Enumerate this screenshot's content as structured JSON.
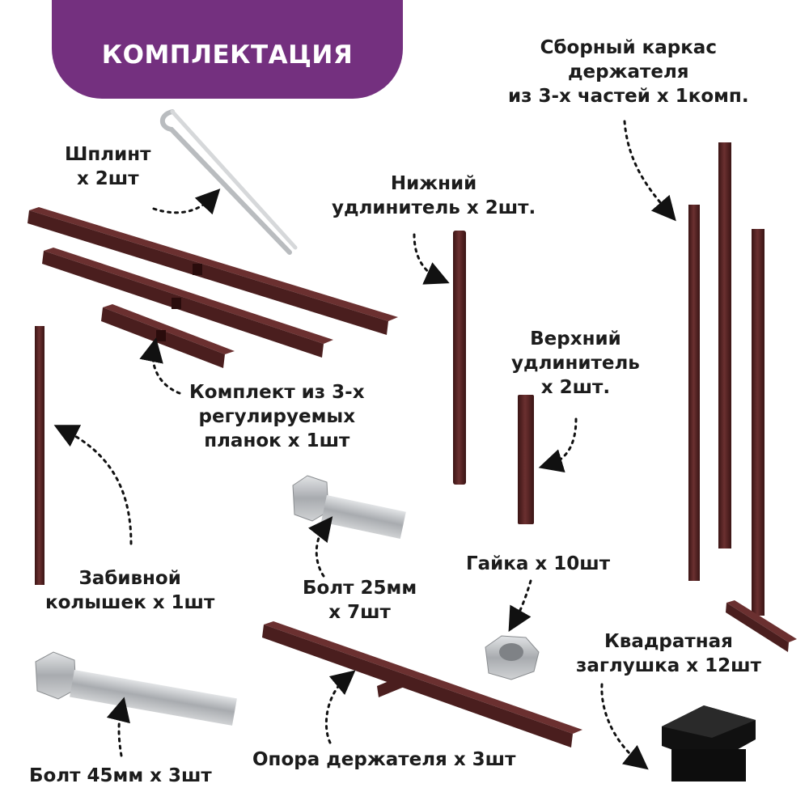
{
  "banner": {
    "title": "КОМПЛЕКТАЦИЯ"
  },
  "labels": {
    "shplint": [
      "Шплинт",
      "х 2шт"
    ],
    "karkas": [
      "Сборный каркас",
      "держателя",
      "из 3-х частей х 1комп."
    ],
    "nizhniy": [
      "Нижний",
      "удлинитель х 2шт."
    ],
    "verhniy": [
      "Верхний",
      "удлинитель",
      "х 2шт."
    ],
    "komplekt": [
      "Комплект из 3-х",
      "регулируемых",
      "планок х 1шт"
    ],
    "kolyshek": [
      "Забивной",
      "колышек х 1шт"
    ],
    "bolt25": [
      "Болт 25мм",
      "х 7шт"
    ],
    "gayka": [
      "Гайка х 10шт"
    ],
    "zaglushka": [
      "Квадратная",
      "заглушка х 12шт"
    ],
    "bolt45": [
      "Болт 45мм х 3шт"
    ],
    "opora": [
      "Опора держателя х 3шт"
    ]
  },
  "colors": {
    "banner": "#74307f",
    "tube": "#4a1e1e",
    "tube_light": "#6b3030",
    "steel": "#bdbfc2",
    "text": "#1c1c1c"
  }
}
